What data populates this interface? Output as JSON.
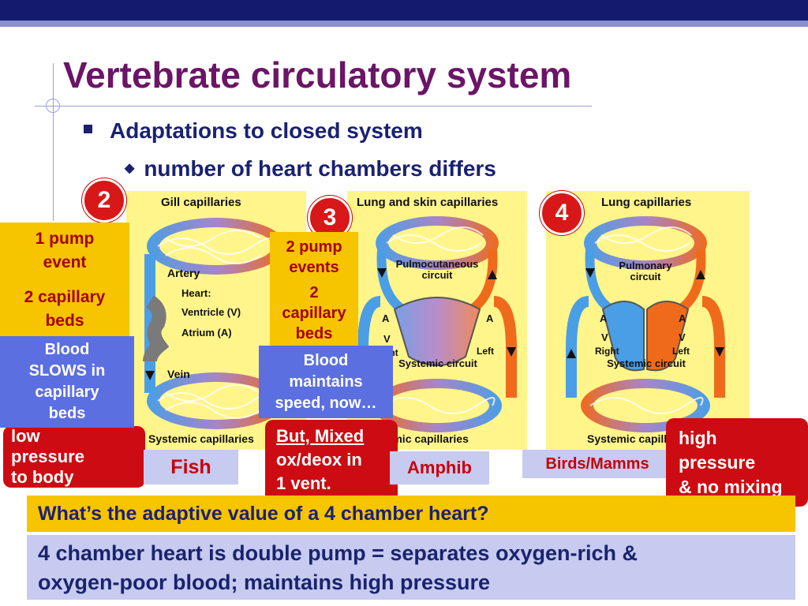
{
  "title": "Vertebrate circulatory system",
  "bullets": {
    "level1": "Adaptations to closed system",
    "level2": "number of heart chambers differs"
  },
  "panels": {
    "fish": {
      "number": "2",
      "top_label": "Gill capillaries",
      "labels": [
        "Artery",
        "Heart:",
        "Ventricle (V)",
        "Atrium (A)",
        "Vein"
      ],
      "bottom_label": "Systemic capillaries",
      "name": "Fish"
    },
    "amphib": {
      "number": "3",
      "top_label": "Lung and skin capillaries",
      "circuit_top": "Pulmocutaneous circuit",
      "circuit_bottom": "Systemic circuit",
      "chamber_labels": [
        "A",
        "A",
        "V",
        "Right",
        "Left"
      ],
      "bottom_label": "Systemic capillaries",
      "name": "Amphib"
    },
    "birds": {
      "number": "4",
      "top_label": "Lung capillaries",
      "circuit_top": "Pulmonary circuit",
      "circuit_bottom": "Systemic circuit",
      "chamber_labels": [
        "A",
        "A",
        "V",
        "V",
        "Right",
        "Left"
      ],
      "bottom_label": "Systemic capillaries",
      "name": "Birds/Mamms"
    }
  },
  "callouts": {
    "fish_pump": [
      "1 pump",
      "event",
      "2 capillary",
      "beds"
    ],
    "fish_blood": [
      "Blood",
      "SLOWS in",
      "capillary",
      "beds"
    ],
    "fish_pressure": [
      "low",
      "pressure",
      "to body"
    ],
    "amphib_pump": [
      "2 pump",
      "events",
      "2",
      "capillary",
      "beds"
    ],
    "amphib_blood": [
      "Blood",
      "maintains",
      "speed, now…"
    ],
    "amphib_mixed": [
      "But, Mixed",
      "ox/deox in",
      "1 vent."
    ],
    "birds_pressure": [
      "high",
      "pressure",
      "& no mixing"
    ]
  },
  "question": "What’s the adaptive value of a 4 chamber heart?",
  "answer": [
    "4 chamber heart is double pump = separates oxygen-rich &",
    "oxygen-poor blood; maintains high pressure"
  ],
  "colors": {
    "title": "#6b1566",
    "text": "#1a2270",
    "panel": "#fff58a",
    "oxygen_poor": "#4a9ee6",
    "oxygen_rich": "#f06a1c",
    "callout_yellow": "#f7c400",
    "callout_blue": "#5b6fe0",
    "callout_red": "#cc0c12"
  }
}
